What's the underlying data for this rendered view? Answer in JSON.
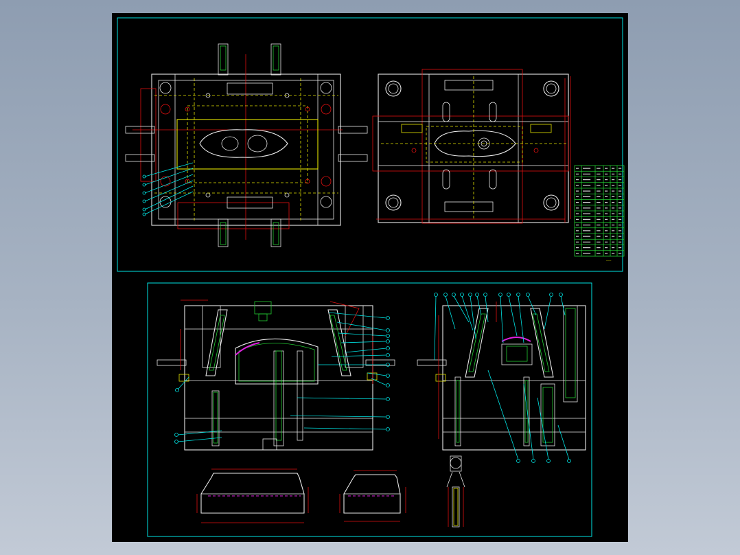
{
  "drawing": {
    "background": "#000000",
    "frame_color": "#00e5e5",
    "outline_color": "#e8e8e8",
    "dimension_color": "#e01010",
    "centerline_color": "#e6e600",
    "fill_color": "#22cc33"
  },
  "views": [
    {
      "id": "top-view",
      "kind": "plan of moving half"
    },
    {
      "id": "fixed-half-view",
      "kind": "plan of fixed half"
    },
    {
      "id": "section-a",
      "kind": "cross section"
    },
    {
      "id": "section-b",
      "kind": "cross section"
    },
    {
      "id": "detail-1",
      "kind": "part detail"
    },
    {
      "id": "detail-2",
      "kind": "part detail"
    },
    {
      "id": "detail-3",
      "kind": "ejector detail"
    }
  ],
  "bom": {
    "rows": 16,
    "columns": 6
  },
  "callouts": {
    "section_a_count": 14,
    "section_b_count": 16
  }
}
